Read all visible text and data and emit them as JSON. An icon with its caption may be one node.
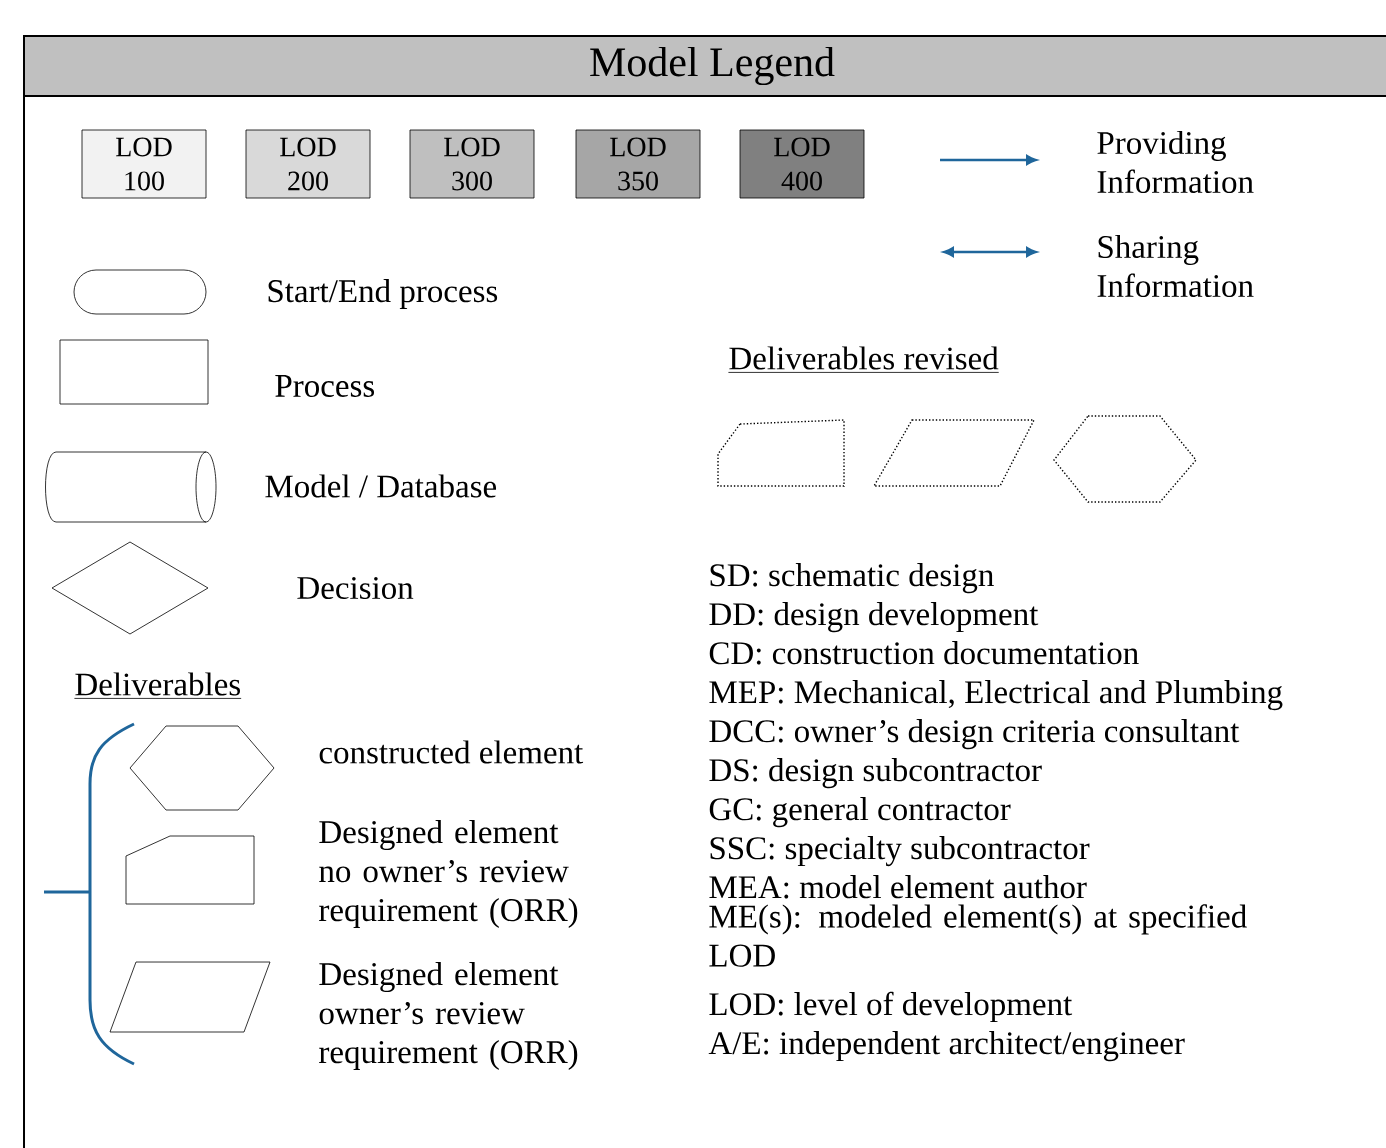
{
  "diagram": {
    "title": "Model Legend",
    "labels": [
      "Deliverables revised",
      "SD: schematic design",
      "DD: design development",
      "CD: construction documentation",
      "MEP: Mechanical, Electrical and Plumbing",
      "DCC: owner’s design criteria consultant",
      "DS: design subcontractor",
      "GC: general contractor",
      "SSC: specialty subcontractor",
      "MEA: model element author",
      "ME(s): modeled element(s) at specified LOD",
      "LOD: level of development",
      "A/E: independent architect/engineer",
      "Deliverables"
    ],
    "legend": [
      {
        "text": "LOD 100",
        "color": "#f2f2f2"
      },
      {
        "text": "LOD 200",
        "color": "#d9d9d9"
      },
      {
        "text": "LOD 300",
        "color": "#bfbfbf"
      },
      {
        "text": "LOD 350",
        "color": "#a6a6a6"
      },
      {
        "text": "LOD 400",
        "color": "#808080"
      },
      {
        "text": "Providing Information"
      },
      {
        "text": "Sharing Information"
      },
      {
        "text": "Start/End process"
      },
      {
        "text": "Process"
      },
      {
        "text": "Model / Database"
      },
      {
        "text": "Decision"
      },
      {
        "text": "constructed element"
      },
      {
        "text": "Designed element no owner’s review requirement (ORR)"
      },
      {
        "text": "Designed element owner’s review requirement (ORR)"
      }
    ]
  }
}
